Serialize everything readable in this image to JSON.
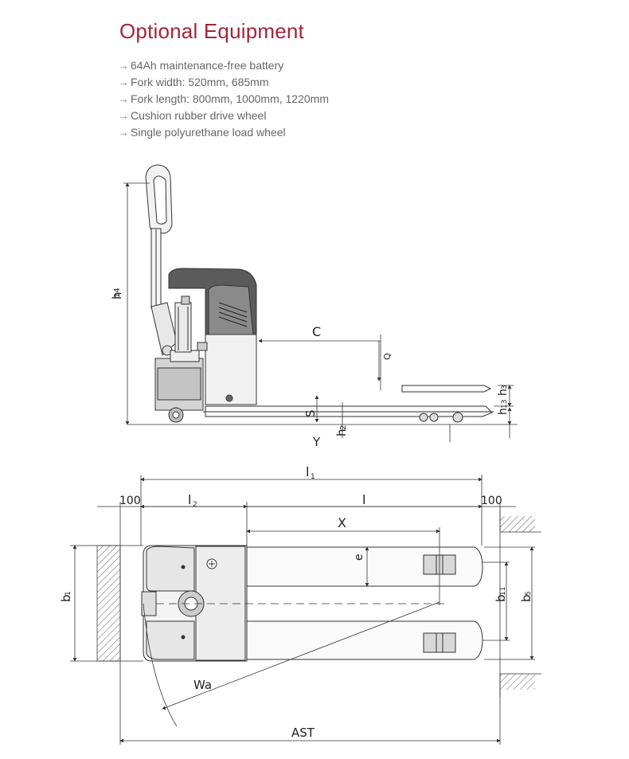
{
  "header": {
    "title": "Optional Equipment"
  },
  "features": [
    {
      "arrow": "→",
      "text": "64Ah maintenance-free battery"
    },
    {
      "arrow": "→",
      "text": "Fork width: 520mm, 685mm"
    },
    {
      "arrow": "→",
      "text": "Fork length: 800mm, 1000mm, 1220mm"
    },
    {
      "arrow": "→",
      "text": "Cushion rubber drive wheel"
    },
    {
      "arrow": "→",
      "text": "Single polyurethane load wheel"
    }
  ],
  "side_view": {
    "labels": {
      "h14": "h",
      "h14_sub": "14",
      "c": "C",
      "q": "Q",
      "s": "S",
      "y": "Y",
      "h2": "h",
      "h2_sub": "2",
      "h3": "h",
      "h3_sub": "3",
      "h13": "h",
      "h13_sub": "13"
    }
  },
  "top_view": {
    "labels": {
      "l1": "l",
      "l1_sub": "1",
      "l2": "l",
      "l2_sub": "2",
      "l": "l",
      "left_100": "100",
      "right_100": "100",
      "x": "X",
      "e": "e",
      "b1": "b",
      "b1_sub": "1",
      "b11": "b",
      "b11_sub": "11",
      "b5": "b",
      "b5_sub": "5",
      "wa": "Wa",
      "ast": "AST"
    }
  }
}
